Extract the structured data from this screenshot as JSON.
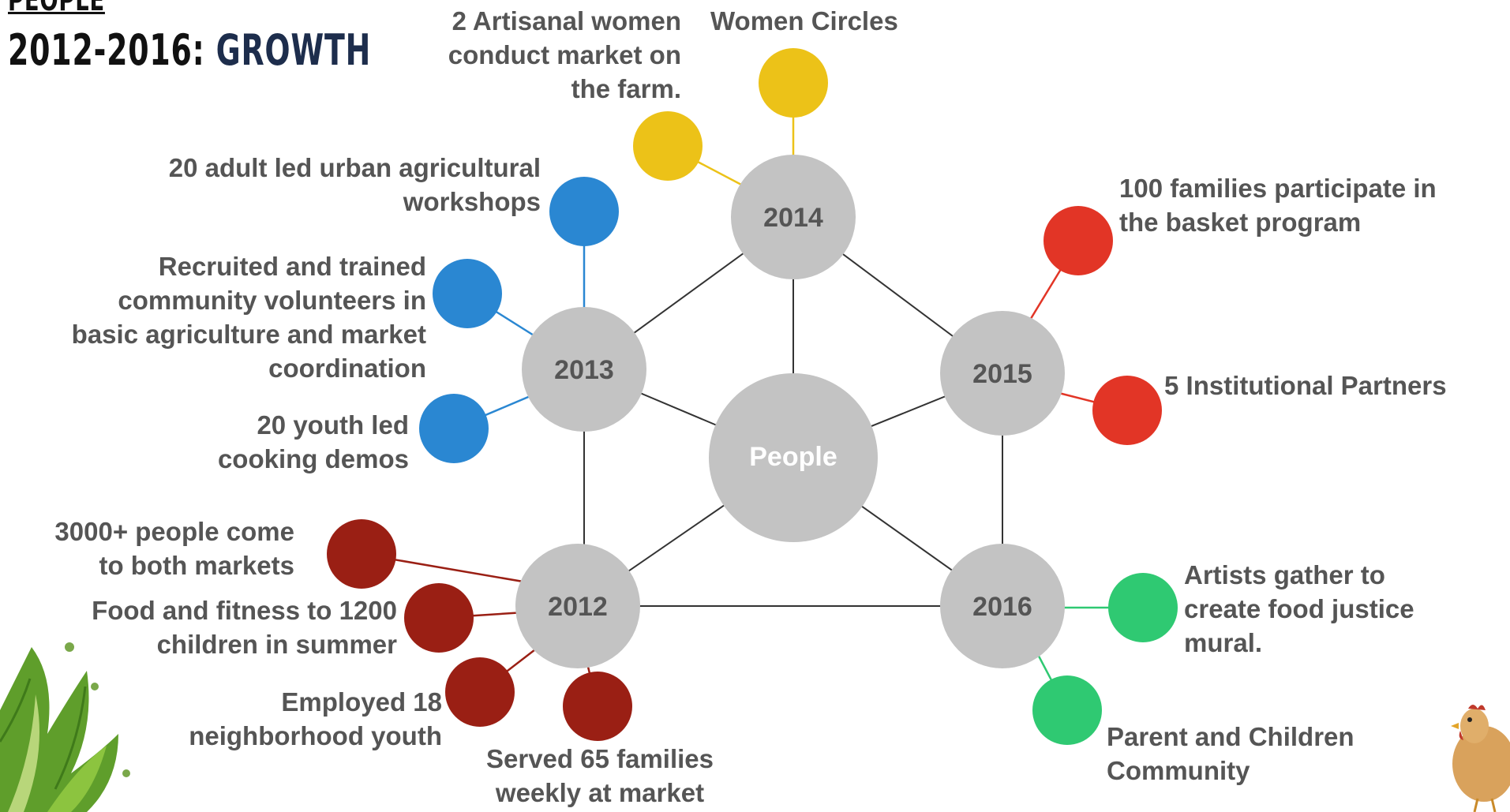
{
  "header": {
    "section": "PEOPLE",
    "years": "2012-2016:",
    "theme": "GROWTH"
  },
  "center": {
    "label": "People"
  },
  "colors": {
    "hub": "#c3c3c3",
    "year_node": "#c3c3c3",
    "year_2012": "#9a1f14",
    "year_2013": "#2a87d2",
    "year_2014": "#ecc218",
    "year_2015": "#e23526",
    "year_2016": "#2fc972",
    "label_text": "#555555",
    "title_dark": "#111111",
    "title_accent": "#1d2d4c"
  },
  "years": [
    {
      "year": "2012",
      "items": [
        "3000+ people  come to both markets",
        "Food and fitness to 1200 children in summer",
        "Employed 18 neighborhood youth",
        "Served 65 families weekly at market"
      ]
    },
    {
      "year": "2013",
      "items": [
        "20 adult led urban agricultural workshops",
        "Recruited and trained community volunteers in basic agriculture and market coordination",
        "20 youth led cooking demos"
      ]
    },
    {
      "year": "2014",
      "items": [
        "2 Artisanal women conduct market on the farm.",
        "Women Circles"
      ]
    },
    {
      "year": "2015",
      "items": [
        "100 families participate in the basket program",
        "5 Institutional Partners"
      ]
    },
    {
      "year": "2016",
      "items": [
        "Artists gather to create food justice mural.",
        "Parent and Children Community"
      ]
    }
  ],
  "labels": {
    "y2014_a": [
      "2 Artisanal women",
      "conduct market on",
      "the farm."
    ],
    "y2014_b": [
      "Women Circles"
    ],
    "y2013_a": [
      "20 adult led urban agricultural",
      "workshops"
    ],
    "y2013_b": [
      "Recruited and trained",
      "community volunteers in",
      "basic agriculture and market",
      "coordination"
    ],
    "y2013_c": [
      "20 youth led",
      "cooking demos"
    ],
    "y2015_a": [
      "100 families participate in",
      "the basket program"
    ],
    "y2015_b": [
      "5 Institutional Partners"
    ],
    "y2012_a": [
      "3000+ people  come",
      "to both markets"
    ],
    "y2012_b": [
      "Food and fitness to 1200",
      "children in summer"
    ],
    "y2012_c": [
      "Employed 18",
      "neighborhood youth"
    ],
    "y2012_d": [
      "Served 65 families",
      "weekly at market"
    ],
    "y2016_a": [
      "Artists gather to",
      "create food justice",
      "mural."
    ],
    "y2016_b": [
      "Parent and Children",
      "Community"
    ]
  },
  "decorations": {
    "bottom_left": "leaf-plant-illustration",
    "bottom_right": "hen-illustration"
  }
}
